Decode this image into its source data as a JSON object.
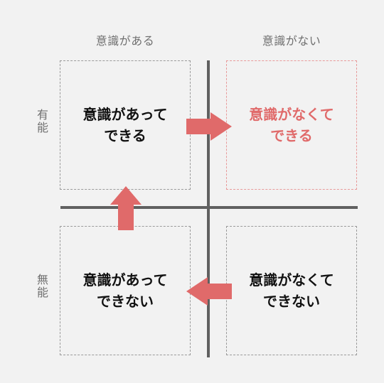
{
  "columns": {
    "left": "意識がある",
    "right": "意識がない"
  },
  "rows": {
    "top": "有能",
    "bottom": "無能"
  },
  "quadrants": {
    "top_left": {
      "line1": "意識があって",
      "line2": "できる"
    },
    "top_right": {
      "line1": "意識がなくて",
      "line2": "できる"
    },
    "bottom_left": {
      "line1": "意識があって",
      "line2": "できない"
    },
    "bottom_right": {
      "line1": "意識がなくて",
      "line2": "できない"
    }
  },
  "colors": {
    "background": "#f2f2f2",
    "accent": "#e06a6a",
    "axis": "#606060",
    "text": "#111111",
    "label": "#707070"
  },
  "icons": {
    "arrow_up": "arrow-up-icon",
    "arrow_right": "arrow-right-icon",
    "arrow_left": "arrow-left-icon"
  }
}
